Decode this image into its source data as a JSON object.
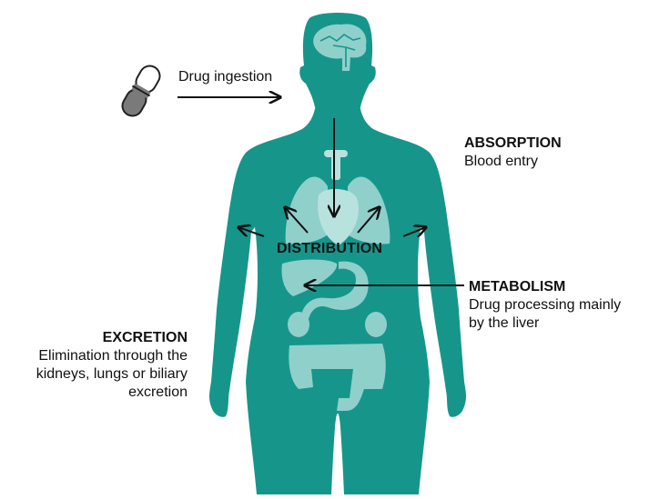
{
  "diagram": {
    "colors": {
      "body": "#16968b",
      "organs": "#8fd0cb",
      "organs_light": "#b7e2de",
      "arrow": "#111111",
      "pill_top": "#ffffff",
      "pill_bottom": "#7a7a7a"
    },
    "icons": [
      "pill-icon",
      "brain-icon",
      "lungs-icon",
      "heart-icon",
      "liver-icon",
      "stomach-icon",
      "kidneys-icon",
      "intestines-icon"
    ],
    "ingestion": {
      "label": "Drug ingestion"
    },
    "absorption": {
      "title": "ABSORPTION",
      "desc": "Blood entry"
    },
    "distribution": {
      "title": "DISTRIBUTION"
    },
    "metabolism": {
      "title": "METABOLISM",
      "desc_line1": "Drug processing mainly",
      "desc_line2": "by the liver"
    },
    "excretion": {
      "title": "EXCRETION",
      "desc_line1": "Elimination through the",
      "desc_line2": "kidneys, lungs or biliary",
      "desc_line3": "excretion"
    }
  }
}
